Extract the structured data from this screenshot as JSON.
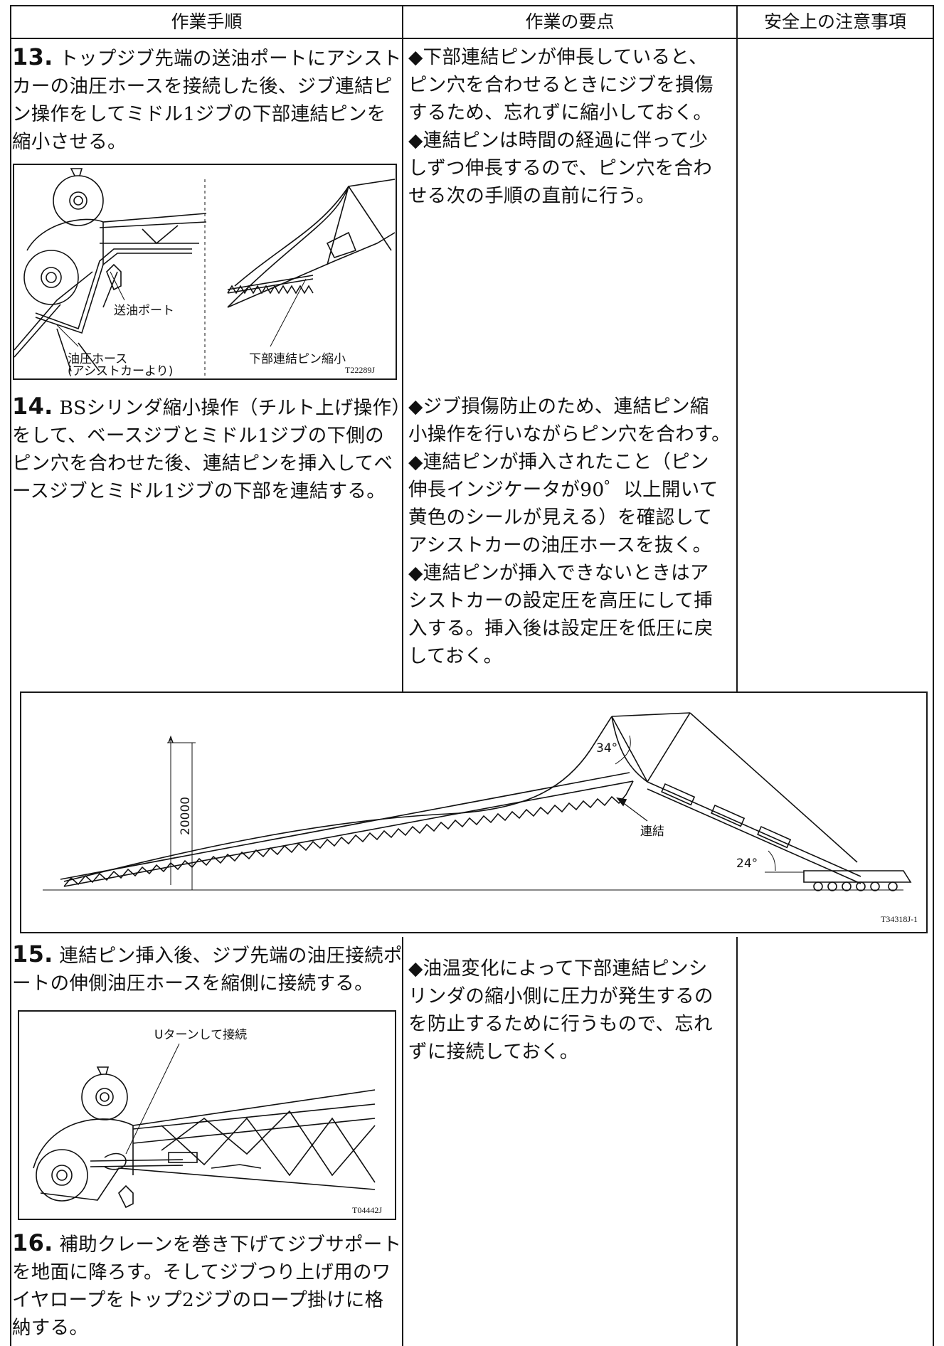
{
  "header": {
    "col1": "作業手順",
    "col2": "作業の要点",
    "col3": "安全上の注意事項"
  },
  "step13": {
    "num": "13.",
    "lines": [
      "トップジブ先端の送油ポートにアシスト",
      "カーの油圧ホースを接続した後、ジブ連結ピ",
      "ン操作をしてミドル1ジブの下部連結ピンを",
      "縮小させる。"
    ],
    "points": [
      "◆下部連結ピンが伸長していると、",
      "ピン穴を合わせるときにジブを損傷",
      "するため、忘れずに縮小しておく。",
      "◆連結ピンは時間の経過に伴って少",
      "しずつ伸長するので、ピン穴を合わ",
      "せる次の手順の直前に行う。"
    ],
    "figure": {
      "label_port": "送油ポート",
      "label_hose_1": "油圧ホース",
      "label_hose_2": "(アシストカーより)",
      "label_pin": "下部連結ピン縮小",
      "code": "T22289J"
    }
  },
  "step14": {
    "num": "14.",
    "lines": [
      "BSシリンダ縮小操作（チルト上げ操作）",
      "をして、ベースジブとミドル1ジブの下側の",
      "ピン穴を合わせた後、連結ピンを挿入してベ",
      "ースジブとミドル1ジブの下部を連結する。"
    ],
    "points": [
      "◆ジブ損傷防止のため、連結ピン縮",
      "小操作を行いながらピン穴を合わす。",
      "◆連結ピンが挿入されたこと（ピン",
      "伸長インジケータが90゜以上開いて",
      "黄色のシールが見える）を確認して",
      "アシストカーの油圧ホースを抜く。",
      "◆連結ピンが挿入できないときはア",
      "シストカーの設定圧を高圧にして挿",
      "入する。挿入後は設定圧を低圧に戻",
      "しておく。"
    ]
  },
  "big_figure": {
    "height_label": "20000",
    "angle_top": "34°",
    "angle_bottom": "24°",
    "label_link": "連結",
    "code": "T34318J-1"
  },
  "step15": {
    "num": "15.",
    "lines": [
      "連結ピン挿入後、ジブ先端の油圧接続ポ",
      "ートの伸側油圧ホースを縮側に接続する。"
    ],
    "points": [
      "◆油温変化によって下部連結ピンシ",
      "リンダの縮小側に圧力が発生するの",
      "を防止するために行うもので、忘れ",
      "ずに接続しておく。"
    ],
    "figure": {
      "label_uturn": "Uターンして接続",
      "code": "T04442J"
    }
  },
  "step16": {
    "num": "16.",
    "lines": [
      "補助クレーンを巻き下げてジブサポート",
      "を地面に降ろす。そしてジブつり上げ用のワ",
      "イヤロープをトップ2ジブのロープ掛けに格",
      "納する。"
    ]
  }
}
